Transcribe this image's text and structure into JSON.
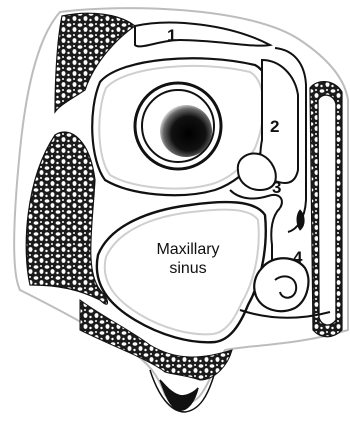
{
  "diagram": {
    "labels": {
      "l1": "1",
      "l2": "2",
      "l3": "3",
      "l4": "4",
      "sinus_line1": "Maxillary",
      "sinus_line2": "sinus"
    },
    "colors": {
      "ink": "#111111",
      "bone_fill": "#1b1b1b",
      "cavity": "#ffffff",
      "mucosa_gray": "#bdbdbd"
    }
  }
}
